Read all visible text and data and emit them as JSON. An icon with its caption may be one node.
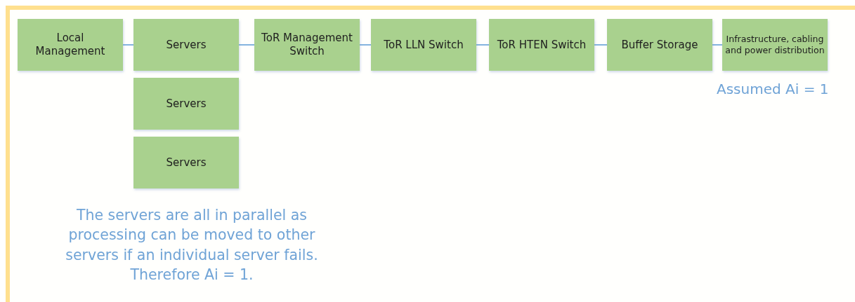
{
  "diagram": {
    "nodes": [
      {
        "text": [
          "Local Management"
        ]
      },
      {
        "text": [
          "Servers"
        ]
      },
      {
        "text": [
          "ToR Management Switch"
        ]
      },
      {
        "text": [
          "ToR LLN Switch"
        ]
      },
      {
        "text": [
          "ToR HTEN Switch"
        ]
      },
      {
        "text": [
          "Buffer Storage"
        ]
      },
      {
        "text": [
          "Infrastructure, cabling and power distribution"
        ],
        "beside": [
          "Assumed Ai = 1"
        ]
      },
      {
        "text": [
          "Servers"
        ]
      },
      {
        "text": [
          "Servers"
        ]
      }
    ],
    "edges": [
      {
        "from": 0,
        "to": 1,
        "arrow": "none"
      },
      {
        "from": 1,
        "to": 2,
        "arrow": "none"
      },
      {
        "from": 2,
        "to": 3,
        "arrow": "none"
      },
      {
        "from": 3,
        "to": 4,
        "arrow": "none"
      },
      {
        "from": 4,
        "to": 5,
        "arrow": "none"
      },
      {
        "from": 5,
        "to": 6,
        "arrow": "none"
      }
    ],
    "labels": [
      "The servers are all in parallel as processing can be moved to other servers if an individual server fails. Therefore Ai = 1."
    ]
  }
}
